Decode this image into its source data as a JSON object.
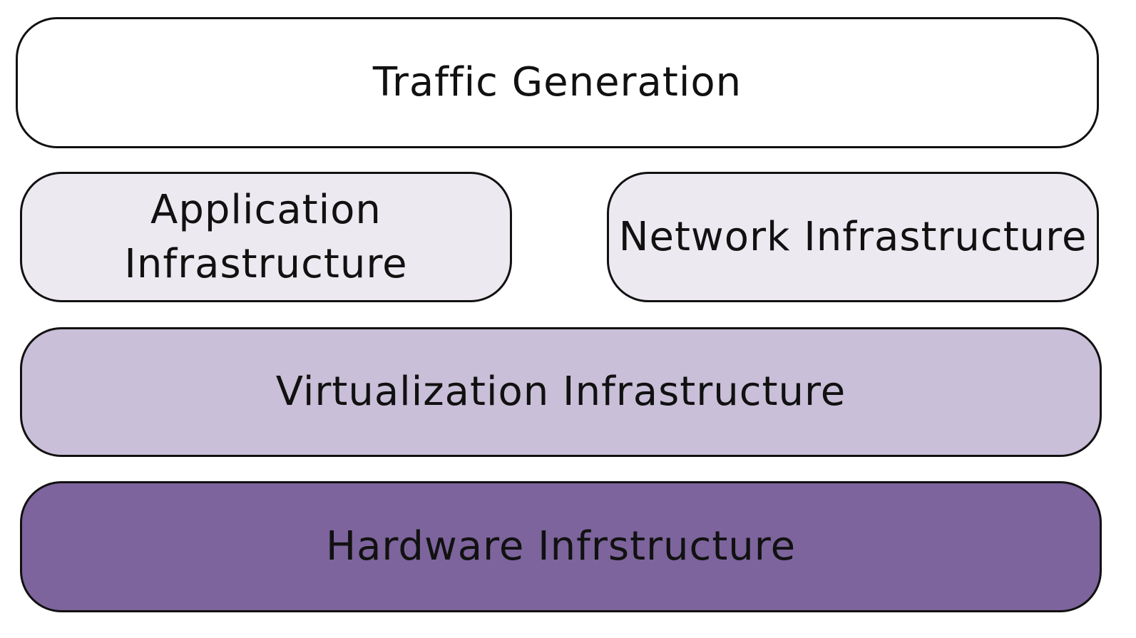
{
  "layers": {
    "traffic_generation": {
      "label": "Traffic Generation",
      "fill": "#ffffff"
    },
    "application_infrastructure": {
      "label_line1": "Application",
      "label_line2": "Infrastructure",
      "fill": "#ede9f1"
    },
    "network_infrastructure": {
      "label": "Network Infrastructure",
      "fill": "#ede9f1"
    },
    "virtualization_infrastructure": {
      "label": "Virtualization Infrastructure",
      "fill": "#c9bfd8"
    },
    "hardware_infrastructure": {
      "label": "Hardware Infrstructure",
      "fill": "#7d649c"
    }
  }
}
